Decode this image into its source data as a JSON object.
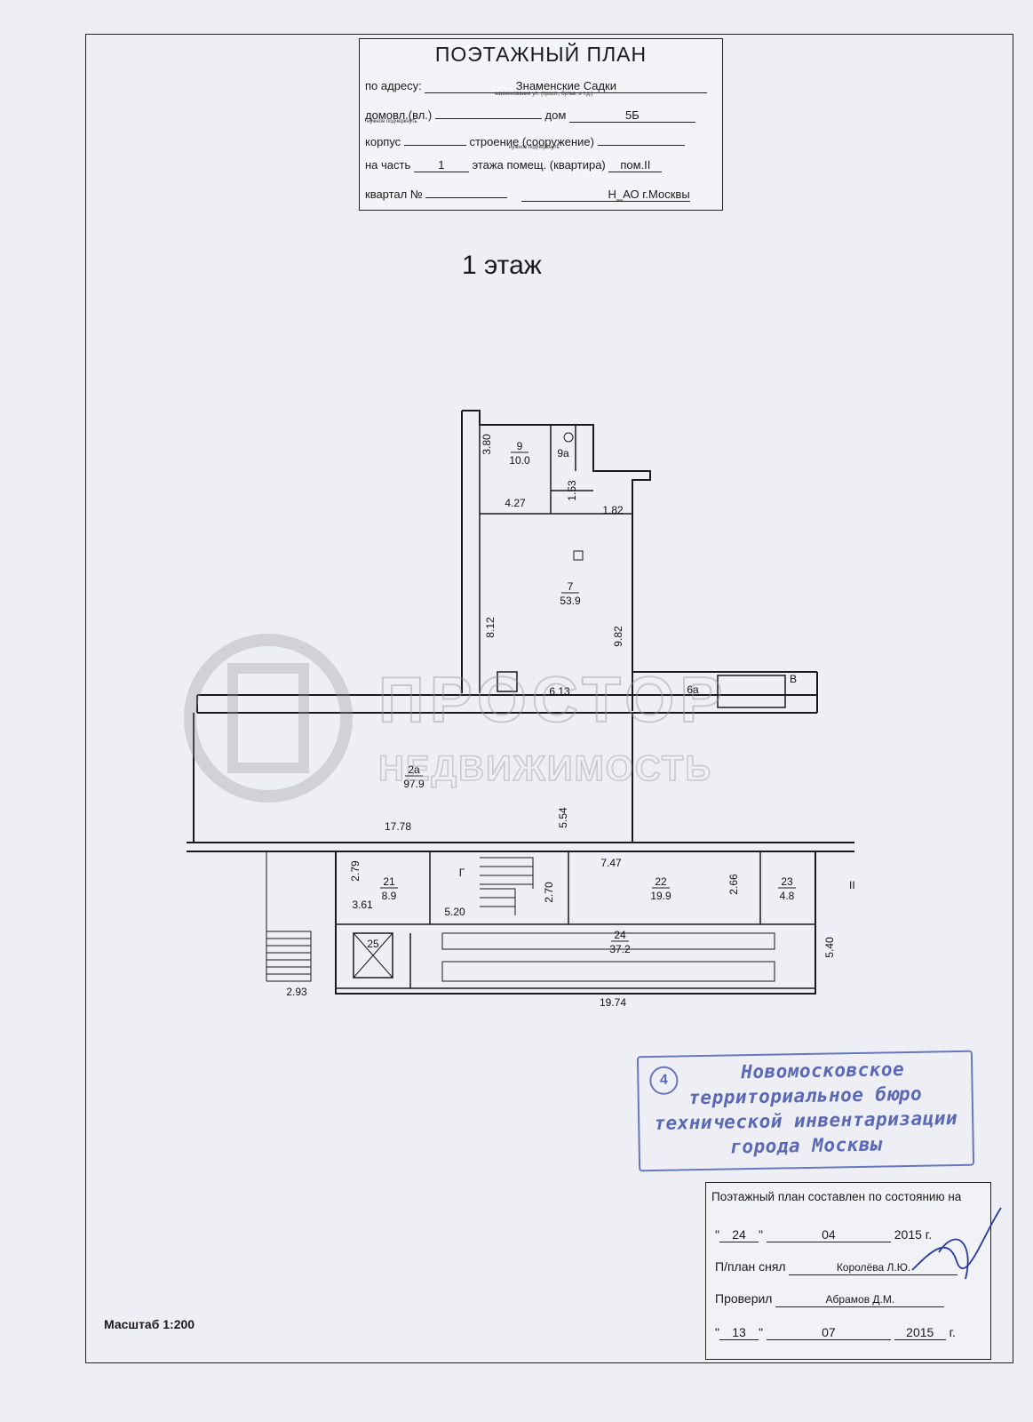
{
  "title_block": {
    "title": "ПОЭТАЖНЫЙ ПЛАН",
    "address_label": "по адресу:",
    "address_value": "Знаменские Садки",
    "address_note": "наименование ул. (просп., бульв. и т.д.)",
    "house_label": "домовл.(вл.)",
    "house_note": "нужное подчеркнуть",
    "dom_label": "дом",
    "dom_value": "5Б",
    "korpus_label": "корпус",
    "stroenie_label": "строение (сооружение)",
    "stroenie_note": "нужное подчеркнуть",
    "part_label": "на часть",
    "part_value": "1",
    "floor_label": "этажа помещ. (квартира)",
    "premises_value": "пом.II",
    "kvartal_label": "квартал №",
    "okrug_value": "Н_АО г.Москвы"
  },
  "floor_title": "1 этаж",
  "rooms": [
    {
      "num": "9",
      "area": "10.0"
    },
    {
      "num": "9а",
      "area": ""
    },
    {
      "num": "7",
      "area": "53.9"
    },
    {
      "num": "6а",
      "area": ""
    },
    {
      "num": "В",
      "area": ""
    },
    {
      "num": "2а",
      "area": "97.9"
    },
    {
      "num": "21",
      "area": "8.9"
    },
    {
      "num": "Г",
      "area": ""
    },
    {
      "num": "22",
      "area": "19.9"
    },
    {
      "num": "23",
      "area": "4.8"
    },
    {
      "num": "24",
      "area": "37.2"
    },
    {
      "num": "25",
      "area": ""
    }
  ],
  "dimensions": [
    "3.80",
    "4.27",
    "1.53",
    "1.82",
    "8.12",
    "9.82",
    "6.13",
    "17.78",
    "5.54",
    "7.47",
    "2.79",
    "3.61",
    "2.70",
    "5.20",
    "2.66",
    "5.40",
    "2.93",
    "19.74"
  ],
  "mark_II": "II",
  "watermark": {
    "line1": "ПРОСТОР",
    "line2": "НЕДВИЖИМОСТЬ"
  },
  "stamp": {
    "number": "4",
    "line1": "Новомосковское",
    "line2": "территориальное бюро",
    "line3": "технической инвентаризации",
    "line4": "города Москвы"
  },
  "info_box": {
    "heading": "Поэтажный план составлен по состоянию на",
    "day1": "24",
    "month1": "04",
    "year1": "2015",
    "g": "г.",
    "drew_label": "П/план снял",
    "drew_value": "Королёва Л.Ю.",
    "checked_label": "Проверил",
    "checked_value": "Абрамов Д.М.",
    "day2": "13",
    "month2": "07",
    "year2": "2015"
  },
  "scale": "Масштаб 1:200",
  "colors": {
    "ink": "#1a1a1a",
    "stamp": "#4a5ab0",
    "watermark": "#9a9aa0"
  }
}
